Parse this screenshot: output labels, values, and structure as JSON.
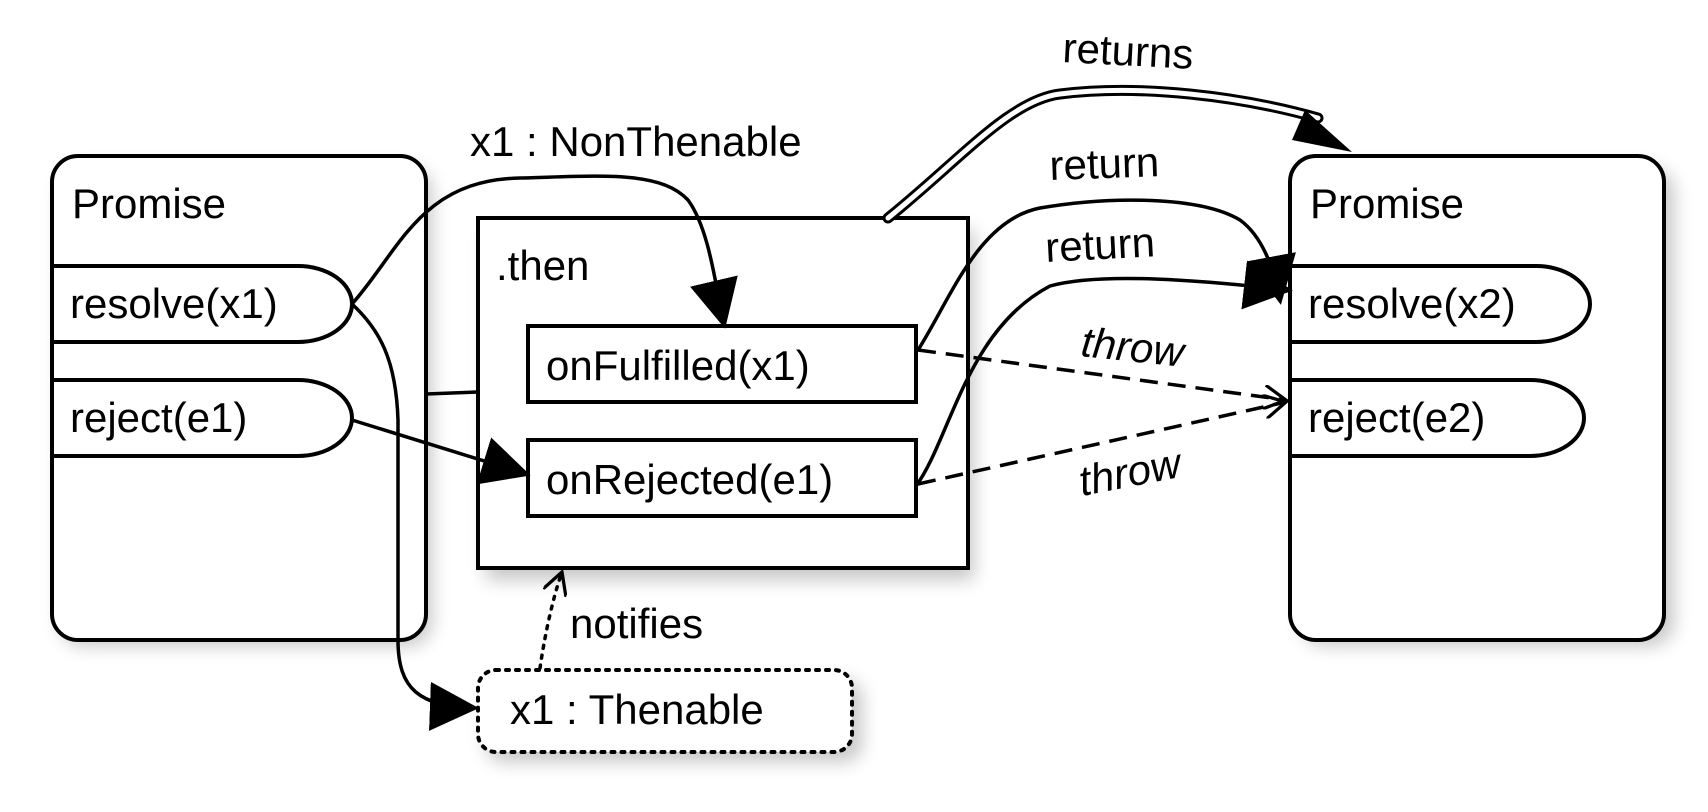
{
  "left_promise": {
    "title": "Promise",
    "resolve_label": "resolve(x1)",
    "reject_label": "reject(e1)"
  },
  "then_box": {
    "title": ".then",
    "on_fulfilled_label": "onFulfilled(x1)",
    "on_rejected_label": "onRejected(e1)"
  },
  "right_promise": {
    "title": "Promise",
    "resolve_label": "resolve(x2)",
    "reject_label": "reject(e2)"
  },
  "thenable_box": {
    "label": "x1 : Thenable"
  },
  "edges": {
    "non_thenable_label": "x1 : NonThenable",
    "returns_label": "returns",
    "return_fulfilled_label": "return",
    "return_rejected_label": "return",
    "throw_fulfilled_label": "throw",
    "throw_rejected_label": "throw",
    "notifies_label": "notifies"
  }
}
